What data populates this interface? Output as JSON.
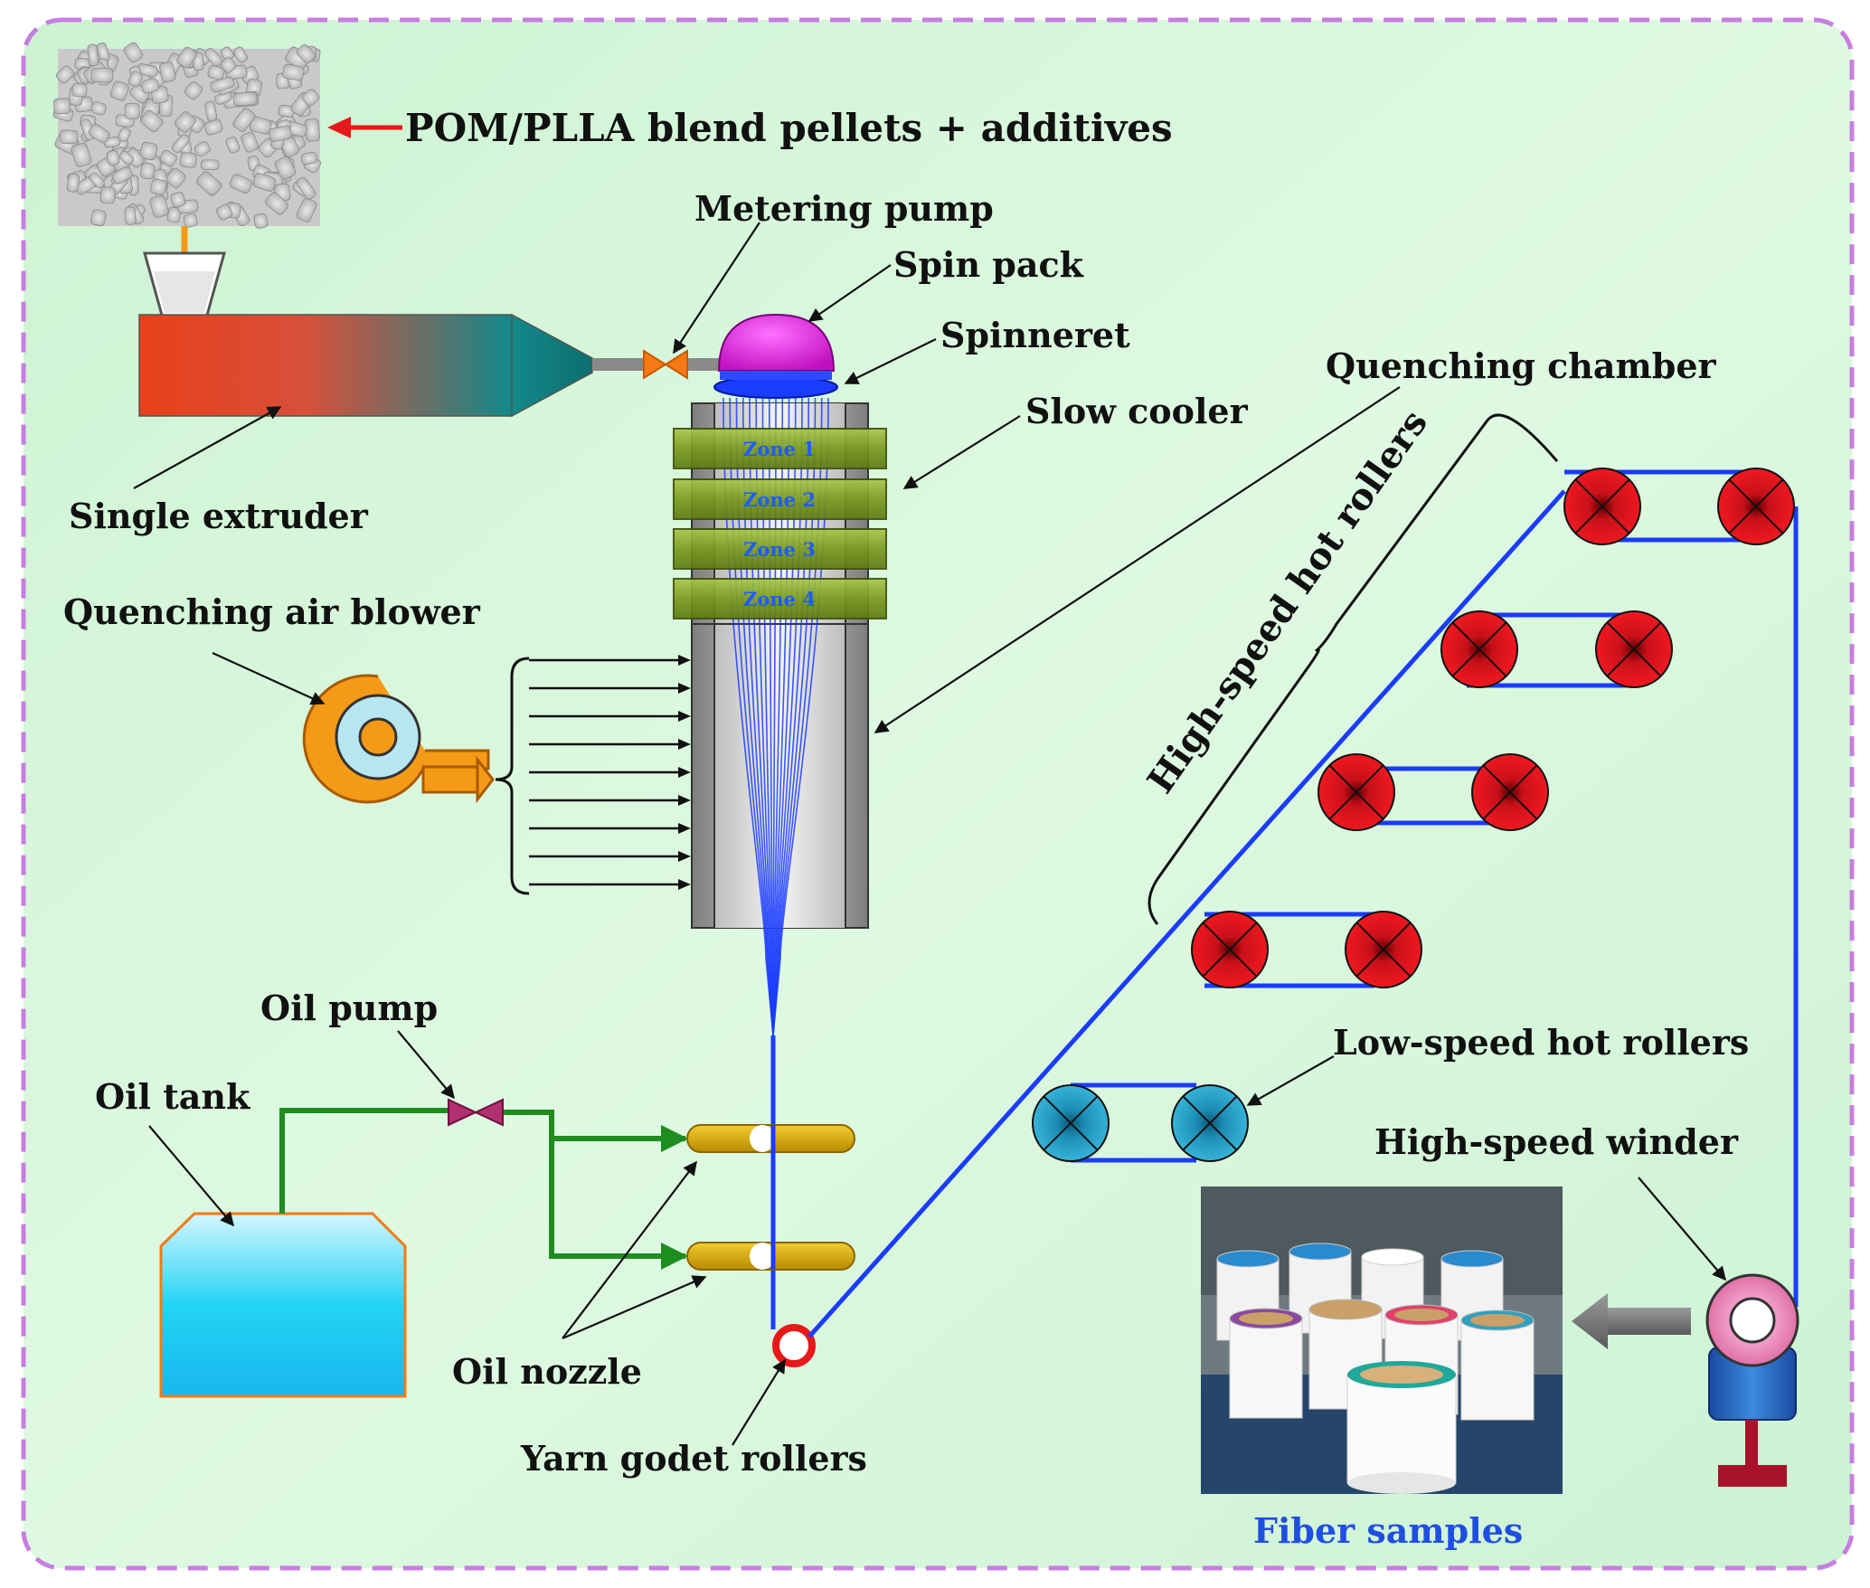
{
  "labels": {
    "pellets": "POM/PLLA blend pellets + additives",
    "metering_pump": "Metering pump",
    "spin_pack": "Spin pack",
    "spinneret": "Spinneret",
    "quenching_chamber": "Quenching chamber",
    "slow_cooler": "Slow cooler",
    "single_extruder": "Single extruder",
    "quenching_air_blower": "Quenching air blower",
    "high_speed_hot_rollers": "High-speed hot rollers",
    "oil_pump": "Oil pump",
    "oil_tank": "Oil tank",
    "low_speed_hot_rollers": "Low-speed hot rollers",
    "high_speed_winder": "High-speed winder",
    "oil_nozzle": "Oil nozzle",
    "yarn_godet_rollers": "Yarn godet rollers",
    "fiber_samples": "Fiber samples"
  },
  "zones": [
    "Zone 1",
    "Zone 2",
    "Zone 3",
    "Zone 4"
  ],
  "colors": {
    "background": "#d8f7dc",
    "border": "#c77ee0",
    "fiber": "#1a3cff",
    "hot_roller": "#e8141e",
    "cold_roller": "#2a9fc0",
    "oil_line": "#1f8c1f",
    "extruder_start": "#e8401a",
    "extruder_end": "#13888a",
    "spin_pack": "#e020d8",
    "slow_cooler": "#7a9a1e",
    "blower": "#f59a16",
    "nozzle": "#e0a800",
    "arrow_red": "#e81818",
    "fiber_label": "#1f4fe0"
  },
  "icons": [
    "pellets-photo",
    "hopper-icon",
    "metering-valve-icon",
    "oil-valve-icon",
    "blower-icon",
    "winder-icon",
    "fiber-photo",
    "gray-arrow-icon"
  ]
}
